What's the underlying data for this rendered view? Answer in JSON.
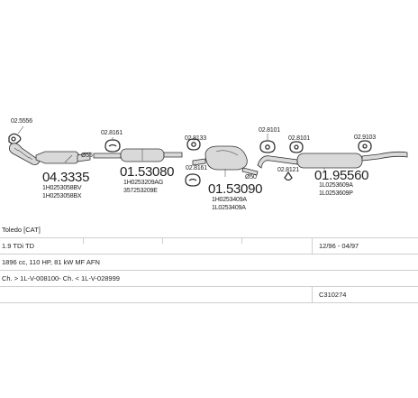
{
  "diagram": {
    "part_numbers": {
      "p_02_5556": "02.5556",
      "p_04_3335": "04.3335",
      "p_01_53080": "01.53080",
      "p_02_8161_a": "02.8161",
      "p_02_8133": "02.8133",
      "p_02_8161_b": "02.8161",
      "p_01_53090": "01.53090",
      "p_02_8101": "02.8101",
      "p_02_8121": "02.8121",
      "p_02_8101_b": "02.8101",
      "p_01_95560": "01.95560",
      "p_02_9103": "02.9103"
    },
    "oem_refs": {
      "cat_1": "1H0253058BV",
      "cat_2": "1H0253058BX",
      "front_1": "1H0253209AG",
      "front_2": "357253209E",
      "mid_1": "1H0253409A",
      "mid_2": "1L0253409A",
      "rear_1": "1L0253609A",
      "rear_2": "1L0253609P"
    },
    "dims": {
      "d55": "Ø55",
      "d50": "Ø50"
    }
  },
  "info": {
    "model": "Toledo  [CAT]",
    "engine": "1.9 TDi TD",
    "details": "1896 cc, 110 HP, 81 kW MF AFN",
    "chassis": "Ch. > 1L-V-008100-  Ch. < 1L-V-028999",
    "date_range": "12/96 - 04/97",
    "ref": "C310274"
  }
}
